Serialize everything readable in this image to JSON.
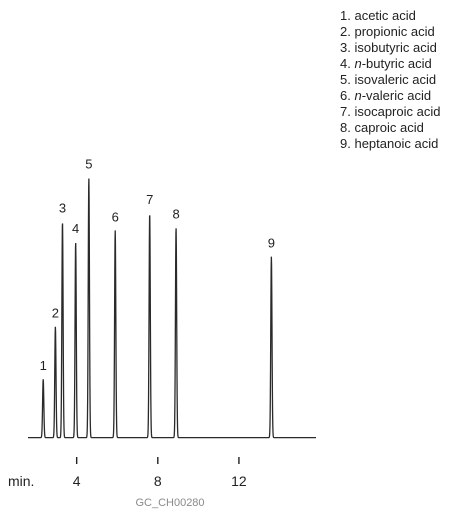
{
  "chart_data": {
    "type": "line",
    "title": "",
    "xlabel": "min.",
    "ylabel": "",
    "x_ticks": [
      4,
      8,
      12
    ],
    "xlim": [
      1.6,
      15.8
    ],
    "ylim": [
      0,
      100
    ],
    "baseline": 1.5,
    "peak_width_min": 0.06,
    "peaks": [
      {
        "label": "1",
        "rt": 2.35,
        "height": 20
      },
      {
        "label": "2",
        "rt": 2.95,
        "height": 38
      },
      {
        "label": "3",
        "rt": 3.3,
        "height": 74
      },
      {
        "label": "4",
        "rt": 3.95,
        "height": 67
      },
      {
        "label": "5",
        "rt": 4.6,
        "height": 89
      },
      {
        "label": "6",
        "rt": 5.9,
        "height": 71
      },
      {
        "label": "7",
        "rt": 7.6,
        "height": 77
      },
      {
        "label": "8",
        "rt": 8.9,
        "height": 72
      },
      {
        "label": "9",
        "rt": 13.6,
        "height": 62
      }
    ]
  },
  "legend": [
    {
      "num": "1.",
      "prefix": "",
      "name": "acetic acid"
    },
    {
      "num": "2.",
      "prefix": "",
      "name": "propionic acid"
    },
    {
      "num": "3.",
      "prefix": "",
      "name": "isobutyric acid"
    },
    {
      "num": "4.",
      "prefix": "n",
      "name": "-butyric acid"
    },
    {
      "num": "5.",
      "prefix": "",
      "name": "isovaleric acid"
    },
    {
      "num": "6.",
      "prefix": "n",
      "name": "-valeric acid"
    },
    {
      "num": "7.",
      "prefix": "",
      "name": "isocaproic acid"
    },
    {
      "num": "8.",
      "prefix": "",
      "name": "caproic acid"
    },
    {
      "num": "9.",
      "prefix": "",
      "name": "heptanoic acid"
    }
  ],
  "footer": {
    "code": "GC_CH00280"
  }
}
